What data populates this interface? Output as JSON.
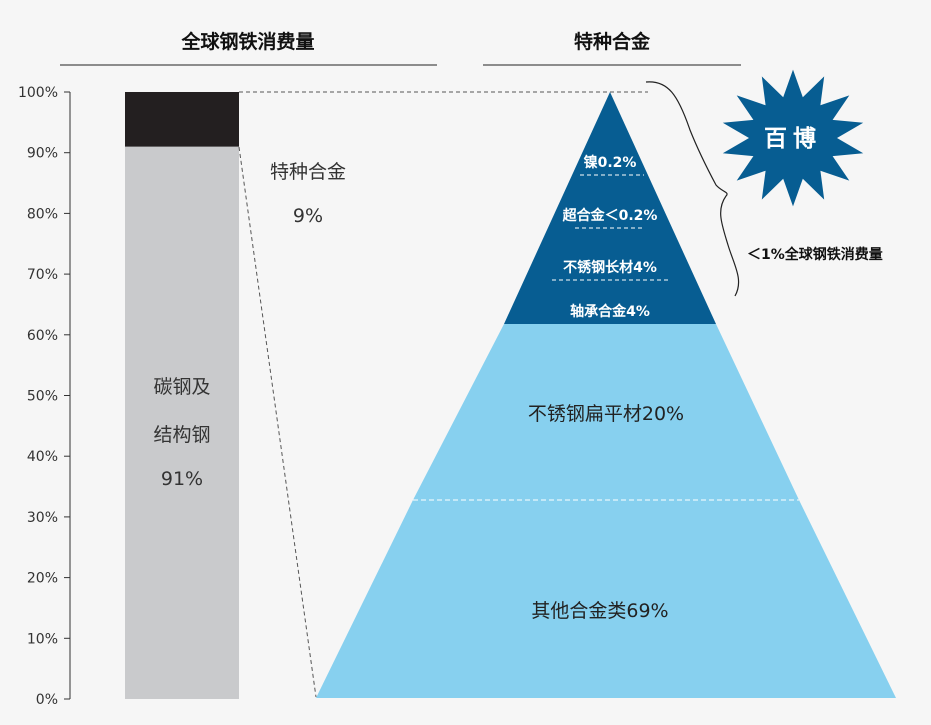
{
  "chart_data": [
    {
      "type": "bar",
      "title": "全球钢铁消费量",
      "ylim": [
        0,
        100
      ],
      "y_ticks": [
        "0%",
        "10%",
        "20%",
        "30%",
        "40%",
        "50%",
        "60%",
        "70%",
        "80%",
        "90%",
        "100%"
      ],
      "segments": [
        {
          "line1": "碳钢及",
          "line2": "结构钢",
          "value_label": "91%",
          "value": 91,
          "color": "#c9cacc"
        },
        {
          "line1": "特种合金",
          "line2": "",
          "value_label": "9%",
          "value": 9,
          "color": "#231f20"
        }
      ]
    },
    {
      "type": "pyramid",
      "title": "特种合金",
      "layers": [
        {
          "label": "其他合金类69%",
          "value": 69,
          "color": "#87d0ef"
        },
        {
          "label": "不锈钢扁平材20%",
          "value": 20,
          "color": "#87d0ef"
        },
        {
          "label": "轴承合金4%",
          "value": 4,
          "color": "#075d92"
        },
        {
          "label": "不锈钢长材4%",
          "value": 4,
          "color": "#075d92"
        },
        {
          "label": "超合金＜0.2%",
          "value": 0.2,
          "color": "#075d92"
        },
        {
          "label": "镍0.2%",
          "value": 0.2,
          "color": "#075d92"
        }
      ]
    }
  ],
  "annotation": {
    "text": "＜1%全球钢铁消费量"
  },
  "badge": {
    "text": "百博",
    "color": "#075d92"
  }
}
